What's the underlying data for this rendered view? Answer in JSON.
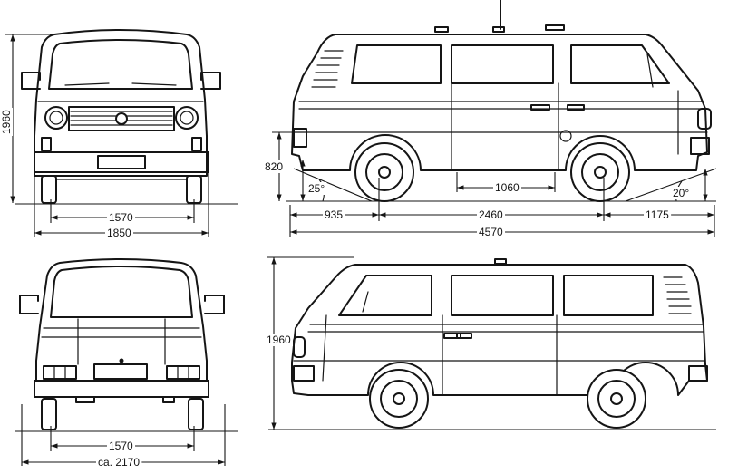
{
  "dimensions": {
    "front_height": "1960",
    "front_track": "1570",
    "front_width": "1850",
    "side_ground_clearance": "820",
    "approach_angle": "25°",
    "departure_angle": "20°",
    "inner_measure": "1060",
    "front_overhang": "935",
    "wheelbase": "2460",
    "rear_overhang": "1175",
    "overall_length": "4570",
    "rear_track": "1570",
    "rear_width": "ca. 2170",
    "side_height": "1960"
  }
}
